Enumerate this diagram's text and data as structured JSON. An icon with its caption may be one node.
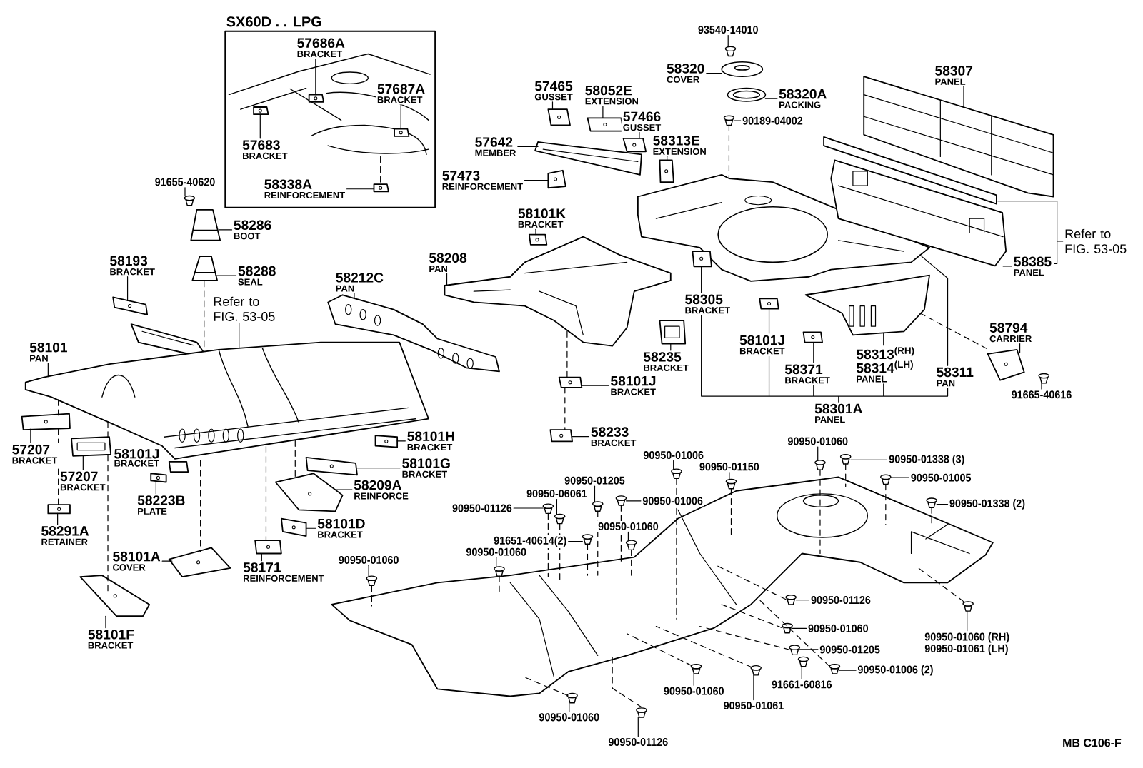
{
  "diagram": {
    "nodes": [
      {
        "text": [
          "SX60D . . LPG"
        ]
      },
      {
        "text": [
          "57686A",
          "BRACKET"
        ],
        "in": 0
      },
      {
        "text": [
          "57687A",
          "BRACKET"
        ],
        "in": 0
      },
      {
        "text": [
          "57683",
          "BRACKET"
        ],
        "in": 0
      },
      {
        "text": [
          "58338A",
          "REINFORCEMENT"
        ],
        "in": 0
      },
      {
        "text": [
          "57473",
          "REINFORCEMENT"
        ]
      },
      {
        "text": [
          "91655-40620"
        ]
      },
      {
        "text": [
          "58286",
          "BOOT"
        ]
      },
      {
        "text": [
          "58288",
          "SEAL"
        ]
      },
      {
        "text": [
          "58193",
          "BRACKET"
        ]
      },
      {
        "text": [
          "Refer to FIG. 53-05"
        ]
      },
      {
        "text": [
          "58101",
          "PAN"
        ]
      },
      {
        "text": [
          "58212C",
          "PAN"
        ]
      },
      {
        "text": [
          "58208",
          "PAN"
        ]
      },
      {
        "text": [
          "57465",
          "GUSSET"
        ]
      },
      {
        "text": [
          "58052E",
          "EXTENSION"
        ]
      },
      {
        "text": [
          "57466",
          "GUSSET"
        ]
      },
      {
        "text": [
          "57642",
          "MEMBER"
        ]
      },
      {
        "text": [
          "58313E",
          "EXTENSION"
        ]
      },
      {
        "text": [
          "58101K",
          "BRACKET"
        ]
      },
      {
        "text": [
          "93540-14010"
        ]
      },
      {
        "text": [
          "58320",
          "COVER"
        ]
      },
      {
        "text": [
          "58320A",
          "PACKING"
        ]
      },
      {
        "text": [
          "90189-04002"
        ]
      },
      {
        "text": [
          "58307",
          "PANEL"
        ]
      },
      {
        "text": [
          "Refer to FIG. 53-05"
        ]
      },
      {
        "text": [
          "58385",
          "PANEL"
        ]
      },
      {
        "text": [
          "58305",
          "BRACKET"
        ]
      },
      {
        "text": [
          "58235",
          "BRACKET"
        ]
      },
      {
        "text": [
          "58101J",
          "BRACKET"
        ]
      },
      {
        "text": [
          "58101J",
          "BRACKET"
        ]
      },
      {
        "text": [
          "58371",
          "BRACKET"
        ]
      },
      {
        "text": [
          "58313$^{(RH)}$",
          "58314$^{(LH)}$",
          "PANEL"
        ]
      },
      {
        "text": [
          "58311",
          "PAN"
        ]
      },
      {
        "text": [
          "58794",
          "CARRIER"
        ]
      },
      {
        "text": [
          "91665-40616"
        ]
      },
      {
        "text": [
          "58301A",
          "PANEL"
        ]
      },
      {
        "text": [
          "58233",
          "BRACKET"
        ]
      },
      {
        "text": [
          "57207",
          "BRACKET"
        ]
      },
      {
        "text": [
          "57207",
          "BRACKET"
        ]
      },
      {
        "text": [
          "58101H",
          "BRACKET"
        ]
      },
      {
        "text": [
          "58101G",
          "BRACKET"
        ]
      },
      {
        "text": [
          "58209A",
          "REINFORCE"
        ]
      },
      {
        "text": [
          "58223B",
          "PLATE"
        ]
      },
      {
        "text": [
          "58291A",
          "RETAINER"
        ]
      },
      {
        "text": [
          "58101D",
          "BRACKET"
        ]
      },
      {
        "text": [
          "58101A",
          "COVER"
        ]
      },
      {
        "text": [
          "58171",
          "REINFORCEMENT"
        ]
      },
      {
        "text": [
          "58101F",
          "BRACKET"
        ]
      },
      {
        "text": [
          "90950-01006"
        ]
      },
      {
        "text": [
          "90950-01150"
        ]
      },
      {
        "text": [
          "90950-01205"
        ]
      },
      {
        "text": [
          "90950-06061"
        ]
      },
      {
        "text": [
          "90950-01126"
        ]
      },
      {
        "text": [
          "90950-01006"
        ]
      },
      {
        "text": [
          "90950-01060"
        ]
      },
      {
        "text": [
          "91651-40614(2)"
        ]
      },
      {
        "text": [
          "90950-01060"
        ]
      },
      {
        "text": [
          "90950-01060"
        ]
      },
      {
        "text": [
          "90950-01060"
        ]
      },
      {
        "text": [
          "90950-01338 (3)"
        ]
      },
      {
        "text": [
          "90950-01005"
        ]
      },
      {
        "text": [
          "90950-01338 (2)"
        ]
      },
      {
        "text": [
          "90950-01126"
        ]
      },
      {
        "text": [
          "90950-01060"
        ]
      },
      {
        "text": [
          "90950-01205"
        ]
      },
      {
        "text": [
          "90950-01006 (2)"
        ]
      },
      {
        "text": [
          "91661-60816"
        ]
      },
      {
        "text": [
          "90950-01060 (RH)",
          "90950-01061 (LH)"
        ]
      },
      {
        "text": [
          "90950-01060"
        ]
      },
      {
        "text": [
          "90950-01061"
        ]
      },
      {
        "text": [
          "90950-01060"
        ]
      },
      {
        "text": [
          "90950-01126"
        ]
      },
      {
        "text": [],
        "shape": "picture",
        "in": 0
      },
      {
        "text": [],
        "shape": "picture",
        "in": 0
      },
      {
        "text": [],
        "shape": "picture",
        "in": 0
      },
      {
        "text": [],
        "shape": "picture",
        "in": 0
      },
      {
        "text": [],
        "shape": "picture"
      },
      {
        "text": [],
        "shape": "picture"
      },
      {
        "text": [],
        "shape": "picture"
      },
      {
        "text": [],
        "shape": "picture"
      },
      {
        "text": [],
        "shape": "picture"
      },
      {
        "text": [],
        "shape": "picture"
      },
      {
        "text": [],
        "shape": "picture"
      },
      {
        "text": [],
        "shape": "picture"
      },
      {
        "text": [],
        "shape": "picture"
      },
      {
        "text": [],
        "shape": "picture"
      },
      {
        "text": [],
        "shape": "picture"
      },
      {
        "text": [],
        "shape": "picture"
      },
      {
        "text": [],
        "shape": "picture"
      },
      {
        "text": [],
        "shape": "picture"
      },
      {
        "text": [],
        "shape": "picture"
      },
      {
        "text": [],
        "shape": "picture"
      },
      {
        "text": [],
        "shape": "picture"
      },
      {
        "text": [],
        "shape": "picture"
      },
      {
        "text": [],
        "shape": "picture"
      },
      {
        "text": [],
        "shape": "picture"
      },
      {
        "text": [],
        "shape": "picture"
      },
      {
        "text": [],
        "shape": "picture"
      },
      {
        "text": [],
        "shape": "picture"
      },
      {
        "text": [],
        "shape": "picture"
      },
      {
        "text": [],
        "shape": "picture"
      },
      {
        "text": [],
        "shape": "picture"
      },
      {
        "text": [],
        "shape": "picture"
      },
      {
        "text": [],
        "shape": "picture"
      },
      {
        "text": [],
        "shape": "picture"
      },
      {
        "text": [],
        "shape": "picture"
      },
      {
        "text": [],
        "shape": "picture"
      },
      {
        "text": [],
        "shape": "picture"
      },
      {
        "text": [],
        "shape": "picture"
      },
      {
        "text": [],
        "shape": "picture"
      },
      {
        "text": [],
        "shape": "picture"
      },
      {
        "text": [],
        "shape": "picture"
      },
      {
        "text": [],
        "shape": "picture"
      },
      {
        "text": [],
        "shape": "picture"
      },
      {
        "text": [],
        "shape": "picture"
      },
      {
        "text": [],
        "shape": "picture"
      },
      {
        "text": [],
        "shape": "picture"
      },
      {
        "text": [],
        "shape": "picture"
      },
      {
        "text": [],
        "shape": "picture"
      },
      {
        "text": [],
        "shape": "picture"
      },
      {
        "text": [],
        "shape": "picture"
      },
      {
        "text": [],
        "shape": "picture"
      },
      {
        "text": [],
        "shape": "picture"
      },
      {
        "text": [],
        "shape": "picture"
      },
      {
        "text": [],
        "shape": "picture"
      },
      {
        "text": [],
        "shape": "picture"
      },
      {
        "text": [],
        "shape": "picture"
      },
      {
        "text": [],
        "shape": "picture"
      },
      {
        "text": [],
        "shape": "picture"
      },
      {
        "text": [],
        "shape": "picture"
      },
      {
        "text": [],
        "shape": "picture"
      },
      {
        "text": [],
        "shape": "picture"
      },
      {
        "text": [],
        "shape": "picture"
      },
      {
        "text": [],
        "shape": "picture"
      },
      {
        "text": [],
        "shape": "picture"
      },
      {
        "text": [],
        "shape": "picture"
      },
      {
        "text": [],
        "shape": "picture"
      },
      {
        "text": [],
        "shape": "picture"
      },
      {
        "text": [],
        "shape": "picture"
      },
      {
        "text": [],
        "shape": "picture"
      },
      {
        "text": [],
        "shape": "picture"
      },
      {
        "text": [],
        "shape": "picture"
      }
    ],
    "edges": [
      {
        "from": 1,
        "to": 73,
        "arrow": "none"
      },
      {
        "from": 2,
        "to": 74,
        "arrow": "none"
      },
      {
        "from": 3,
        "to": 75,
        "arrow": "none"
      },
      {
        "from": 4,
        "to": 76,
        "arrow": "none"
      },
      {
        "from": 5,
        "to": 77,
        "arrow": "none"
      },
      {
        "from": 6,
        "to": 78,
        "arrow": "none"
      },
      {
        "from": 7,
        "to": 79,
        "arrow": "none"
      },
      {
        "from": 8,
        "to": 80,
        "arrow": "none"
      },
      {
        "from": 9,
        "to": 81,
        "arrow": "none"
      },
      {
        "from": 10,
        "to": 82,
        "arrow": "none"
      },
      {
        "from": 11,
        "to": 82,
        "arrow": "none"
      },
      {
        "from": 12,
        "to": 83,
        "arrow": "none"
      },
      {
        "from": 13,
        "to": 84,
        "arrow": "none"
      },
      {
        "from": 14,
        "to": 85,
        "arrow": "none"
      },
      {
        "from": 15,
        "to": 86,
        "arrow": "none"
      },
      {
        "from": 16,
        "to": 87,
        "arrow": "none"
      },
      {
        "from": 17,
        "to": 88,
        "arrow": "none"
      },
      {
        "from": 18,
        "to": 89,
        "arrow": "none"
      },
      {
        "from": 19,
        "to": 90,
        "arrow": "none"
      },
      {
        "from": 20,
        "to": 91,
        "arrow": "none"
      },
      {
        "from": 21,
        "to": 92,
        "arrow": "none"
      },
      {
        "from": 22,
        "to": 93,
        "arrow": "none"
      },
      {
        "from": 23,
        "to": 94,
        "arrow": "none"
      },
      {
        "from": 24,
        "to": 95,
        "arrow": "none"
      },
      {
        "from": 25,
        "to": 96,
        "arrow": "none"
      },
      {
        "from": 25,
        "to": 26,
        "arrow": "none"
      },
      {
        "from": 26,
        "to": 96,
        "arrow": "none"
      },
      {
        "from": 27,
        "to": 97,
        "arrow": "none"
      },
      {
        "from": 28,
        "to": 98,
        "arrow": "none"
      },
      {
        "from": 29,
        "to": 99,
        "arrow": "none"
      },
      {
        "from": 30,
        "to": 100,
        "arrow": "none"
      },
      {
        "from": 31,
        "to": 101,
        "arrow": "none"
      },
      {
        "from": 32,
        "to": 102,
        "arrow": "none"
      },
      {
        "from": 33,
        "to": 103,
        "arrow": "none"
      },
      {
        "from": 34,
        "to": 104,
        "arrow": "none"
      },
      {
        "from": 35,
        "to": 105,
        "arrow": "none"
      },
      {
        "from": 36,
        "to": 27,
        "arrow": "none"
      },
      {
        "from": 36,
        "to": 29,
        "arrow": "none"
      },
      {
        "from": 36,
        "to": 31,
        "arrow": "none"
      },
      {
        "from": 36,
        "to": 32,
        "arrow": "none"
      },
      {
        "from": 36,
        "to": 33,
        "arrow": "none"
      },
      {
        "from": 37,
        "to": 106,
        "arrow": "none"
      },
      {
        "from": 38,
        "to": 107,
        "arrow": "none"
      },
      {
        "from": 39,
        "to": 108,
        "arrow": "none"
      },
      {
        "from": 40,
        "to": 109,
        "arrow": "none"
      },
      {
        "from": 41,
        "to": 110,
        "arrow": "none"
      },
      {
        "from": 42,
        "to": 111,
        "arrow": "none"
      },
      {
        "from": 43,
        "to": 112,
        "arrow": "none"
      },
      {
        "from": 44,
        "to": 113,
        "arrow": "none"
      },
      {
        "from": 45,
        "to": 114,
        "arrow": "none"
      },
      {
        "from": 46,
        "to": 115,
        "arrow": "none"
      },
      {
        "from": 47,
        "to": 116,
        "arrow": "none"
      },
      {
        "from": 48,
        "to": 117,
        "arrow": "none"
      },
      {
        "from": 49,
        "to": 118,
        "arrow": "none"
      },
      {
        "from": 50,
        "to": 119,
        "arrow": "none"
      },
      {
        "from": 51,
        "to": 120,
        "arrow": "none"
      },
      {
        "from": 52,
        "to": 121,
        "arrow": "none"
      },
      {
        "from": 53,
        "to": 122,
        "arrow": "none"
      },
      {
        "from": 54,
        "to": 123,
        "arrow": "none"
      },
      {
        "from": 55,
        "to": 124,
        "arrow": "none"
      },
      {
        "from": 56,
        "to": 125,
        "arrow": "none"
      },
      {
        "from": 57,
        "to": 126,
        "arrow": "none"
      },
      {
        "from": 58,
        "to": 127,
        "arrow": "none"
      },
      {
        "from": 59,
        "to": 128,
        "arrow": "none"
      },
      {
        "from": 60,
        "to": 129,
        "arrow": "none"
      },
      {
        "from": 61,
        "to": 130,
        "arrow": "none"
      },
      {
        "from": 62,
        "to": 131,
        "arrow": "none"
      },
      {
        "from": 63,
        "to": 132,
        "arrow": "none"
      },
      {
        "from": 64,
        "to": 133,
        "arrow": "none"
      },
      {
        "from": 65,
        "to": 134,
        "arrow": "none"
      },
      {
        "from": 66,
        "to": 135,
        "arrow": "none"
      },
      {
        "from": 67,
        "to": 136,
        "arrow": "none"
      },
      {
        "from": 68,
        "to": 137,
        "arrow": "none"
      },
      {
        "from": 69,
        "to": 138,
        "arrow": "none"
      },
      {
        "from": 70,
        "to": 139,
        "arrow": "none"
      },
      {
        "from": 71,
        "to": 140,
        "arrow": "none"
      },
      {
        "from": 72,
        "to": 141,
        "arrow": "none"
      },
      {
        "from": 82,
        "to": 107,
        "arrow": "none",
        "style": "dashed"
      },
      {
        "from": 107,
        "to": 113,
        "arrow": "none",
        "style": "dashed"
      },
      {
        "from": 82,
        "to": 108,
        "arrow": "none",
        "style": "dashed"
      },
      {
        "from": 108,
        "to": 117,
        "arrow": "none",
        "style": "dashed"
      },
      {
        "from": 82,
        "to": 115,
        "arrow": "none",
        "style": "dashed"
      },
      {
        "from": 82,
        "to": 116,
        "arrow": "none",
        "style": "dashed"
      },
      {
        "from": 82,
        "to": 111,
        "arrow": "none",
        "style": "dashed"
      },
      {
        "from": 80,
        "to": 82,
        "arrow": "none",
        "style": "dashed"
      },
      {
        "from": 84,
        "to": 100,
        "arrow": "none",
        "style": "dashed"
      },
      {
        "from": 100,
        "to": 106,
        "arrow": "none",
        "style": "dashed"
      },
      {
        "from": 94,
        "to": 103,
        "arrow": "none",
        "style": "dashed"
      },
      {
        "from": 102,
        "to": 104,
        "arrow": "none",
        "style": "dashed"
      },
      {
        "from": 118,
        "to": 142,
        "arrow": "none",
        "style": "dashed"
      },
      {
        "from": 119,
        "to": 142,
        "arrow": "none",
        "style": "dashed"
      },
      {
        "from": 120,
        "to": 142,
        "arrow": "none",
        "style": "dashed"
      },
      {
        "from": 121,
        "to": 142,
        "arrow": "none",
        "style": "dashed"
      },
      {
        "from": 122,
        "to": 142,
        "arrow": "none",
        "style": "dashed"
      },
      {
        "from": 123,
        "to": 142,
        "arrow": "none",
        "style": "dashed"
      },
      {
        "from": 124,
        "to": 142,
        "arrow": "none",
        "style": "dashed"
      },
      {
        "from": 125,
        "to": 142,
        "arrow": "none",
        "style": "dashed"
      },
      {
        "from": 126,
        "to": 142,
        "arrow": "none",
        "style": "dashed"
      },
      {
        "from": 127,
        "to": 142,
        "arrow": "none",
        "style": "dashed"
      },
      {
        "from": 128,
        "to": 142,
        "arrow": "none",
        "style": "dashed"
      },
      {
        "from": 129,
        "to": 142,
        "arrow": "none",
        "style": "dashed"
      },
      {
        "from": 130,
        "to": 142,
        "arrow": "none",
        "style": "dashed"
      },
      {
        "from": 131,
        "to": 142,
        "arrow": "none",
        "style": "dashed"
      },
      {
        "from": 132,
        "to": 142,
        "arrow": "none",
        "style": "dashed"
      },
      {
        "from": 133,
        "to": 142,
        "arrow": "none",
        "style": "dashed"
      },
      {
        "from": 134,
        "to": 142,
        "arrow": "none",
        "style": "dashed"
      },
      {
        "from": 135,
        "to": 142,
        "arrow": "none",
        "style": "dashed"
      },
      {
        "from": 137,
        "to": 142,
        "arrow": "none",
        "style": "dashed"
      },
      {
        "from": 138,
        "to": 142,
        "arrow": "none",
        "style": "dashed"
      },
      {
        "from": 139,
        "to": 142,
        "arrow": "none",
        "style": "dashed"
      },
      {
        "from": 140,
        "to": 142,
        "arrow": "none",
        "style": "dashed"
      },
      {
        "from": 141,
        "to": 142,
        "arrow": "none",
        "style": "dashed"
      }
    ],
    "labels": [
      "58101J",
      "BRACKET",
      "MB C106-F"
    ]
  }
}
